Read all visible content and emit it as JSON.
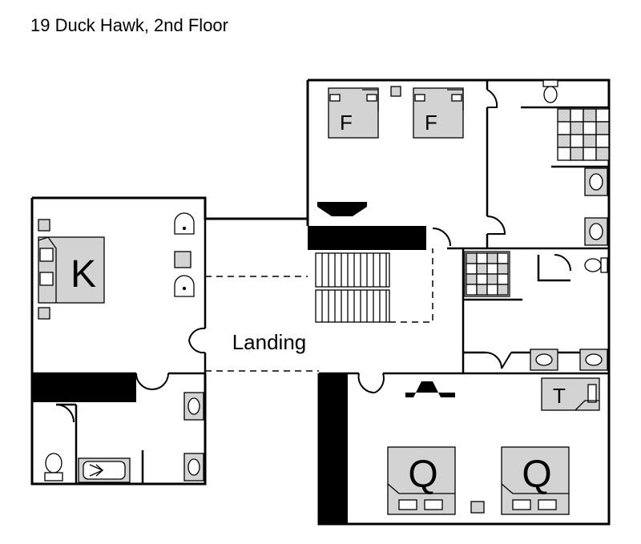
{
  "title": "19 Duck Hawk, 2nd Floor",
  "rooms": {
    "landing_label": "Landing"
  },
  "beds": {
    "full_1": "F",
    "full_2": "F",
    "king": "K",
    "twin": "T",
    "queen_1": "Q",
    "queen_2": "Q"
  },
  "colors": {
    "wall": "#000000",
    "furniture": "#d3d3d3",
    "background": "#ffffff"
  }
}
